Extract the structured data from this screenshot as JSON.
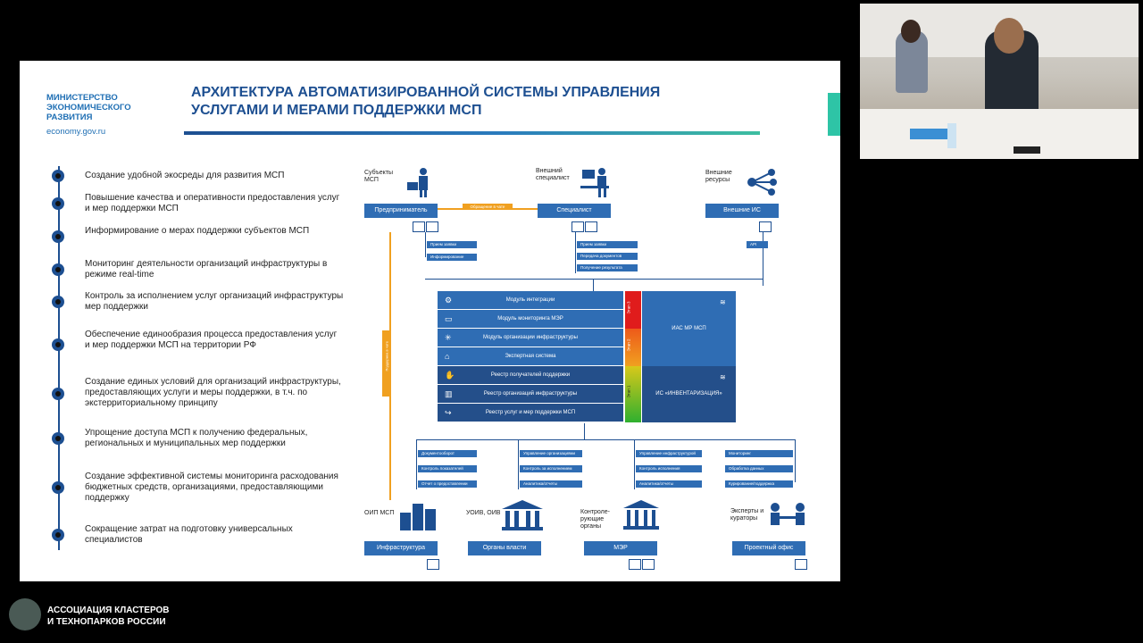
{
  "ministry": {
    "lines": [
      "МИНИСТЕРСТВО",
      "ЭКОНОМИЧЕСКОГО",
      "РАЗВИТИЯ"
    ],
    "url": "economy.gov.ru"
  },
  "title": {
    "line1": "АРХИТЕКТУРА АВТОМАТИЗИРОВАННОЙ СИСТЕМЫ УПРАВЛЕНИЯ",
    "line2": "УСЛУГАМИ И МЕРАМИ ПОДДЕРЖКИ МСП"
  },
  "goals": [
    "Создание удобной экосреды для развития МСП",
    "Повышение качества и оперативности предоставления услуг и мер поддержки МСП",
    "Информирование о мерах поддержки субъектов МСП",
    "Мониторинг деятельности организаций инфраструктуры в режиме real-time",
    "Контроль за исполнением услуг организаций инфраструктуры мер поддержки",
    "Обеспечение единообразия процесса предоставления услуг и мер поддержки МСП на территории РФ",
    "Создание единых условий для организаций инфраструктуры, предоставляющих услуги и меры поддержки, в т.ч. по экстерриториальному принципу",
    "Упрощение доступа МСП к получению федеральных, региональных и муниципальных мер поддержки",
    "Создание эффективной системы мониторинга расходования бюджетных средств, организациями, предоставляющими поддержку",
    "Сокращение затрат на подготовку универсальных специалистов"
  ],
  "diagram": {
    "top_actors": [
      {
        "label": "Субъекты МСП",
        "button": "Предприниматель",
        "icon": "businessman-icon"
      },
      {
        "label": "Внешний специалист",
        "button": "Специалист",
        "icon": "specialist-icon"
      },
      {
        "label": "Внешние ресурсы",
        "button": "Внешние ИС",
        "icon": "network-icon"
      }
    ],
    "connector_label": "Обращение в чате",
    "entrepreneur_actions": [
      "Прием заявки",
      "Информирование"
    ],
    "specialist_actions": [
      "Прием заявки",
      "Передача документов",
      "Получение результата"
    ],
    "external_actions": [
      "API"
    ],
    "modules": [
      {
        "label": "Модуль интеграции",
        "icon": "integration-icon"
      },
      {
        "label": "Модуль мониторинга МЭР",
        "icon": "monitor-icon"
      },
      {
        "label": "Модуль организации инфраструктуры",
        "icon": "structure-icon"
      },
      {
        "label": "Экспертная система",
        "icon": "graduation-icon"
      },
      {
        "label": "Реестр получателей поддержки",
        "icon": "hand-icon"
      },
      {
        "label": "Реестр организаций инфраструктуры",
        "icon": "building-icon"
      },
      {
        "label": "Реестр услуг и мер поддержки МСП",
        "icon": "service-icon"
      }
    ],
    "stages": [
      "Этап 3",
      "Этап 2",
      "Этап 1"
    ],
    "is_upper": "ИАС МР МСП",
    "is_lower": "ИС «ИНВЕНТАРИЗАЦИЯ»",
    "vertical_label": "Поддержка в чате",
    "bottom_groups": [
      {
        "label": "ОИП МСП",
        "button": "Инфраструктура",
        "icon": "city-icon",
        "actions": [
          "Документооборот",
          "Контроль показателей",
          "Отчет о предоставлении"
        ]
      },
      {
        "label": "УОИВ, ОИВ",
        "button": "Органы власти",
        "icon": "government-icon",
        "actions": [
          "Управление организациями",
          "Контроль за исполнением",
          "Аналитика/отчеты"
        ]
      },
      {
        "label": "Контроле-рующие органы",
        "button": "МЭР",
        "icon": "ministry-icon",
        "actions": [
          "Управление инфраструктурой",
          "Контроль исполнения",
          "Аналитика/отчеты"
        ]
      },
      {
        "label": "Эксперты и кураторы",
        "button": "Проектный офис",
        "icon": "meeting-icon",
        "actions": [
          "Мониторинг",
          "Обработка данных",
          "Курирование/поддержка"
        ]
      }
    ]
  },
  "association": {
    "line1": "АССОЦИАЦИЯ КЛАСТЕРОВ",
    "line2": "И ТЕХНОПАРКОВ РОССИИ"
  }
}
